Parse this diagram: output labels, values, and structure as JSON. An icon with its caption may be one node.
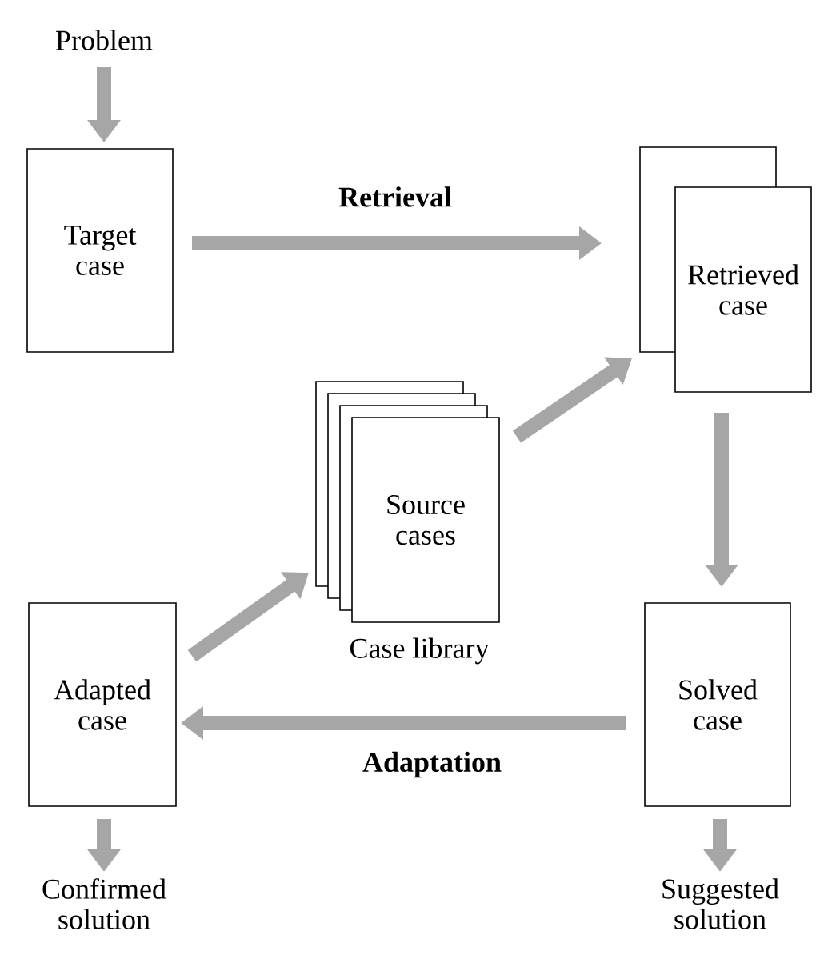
{
  "diagram": {
    "nodes": [
      {
        "text": [
          "Problem"
        ]
      },
      {
        "text": [
          "Target case"
        ]
      },
      {
        "text": [
          "Retrieved case"
        ]
      },
      {
        "text": [
          "Source cases"
        ],
        "beside": [
          "Case library"
        ]
      },
      {
        "text": [
          "Adapted case"
        ]
      },
      {
        "text": [
          "Solved case"
        ]
      },
      {
        "text": [
          "Confirmed solution"
        ]
      },
      {
        "text": [
          "Suggested solution"
        ]
      }
    ],
    "edges": [
      {
        "from": 0,
        "to": 1,
        "arrow": "to"
      },
      {
        "from": 1,
        "to": 2,
        "arrow": "to",
        "label": "Retrieval"
      },
      {
        "from": 3,
        "to": 2,
        "arrow": "to"
      },
      {
        "from": 2,
        "to": 5,
        "arrow": "to"
      },
      {
        "from": 5,
        "to": 4,
        "arrow": "to",
        "label": "Adaptation"
      },
      {
        "from": 4,
        "to": 3,
        "arrow": "to"
      },
      {
        "from": 4,
        "to": 6,
        "arrow": "to"
      },
      {
        "from": 5,
        "to": 7,
        "arrow": "to"
      }
    ]
  }
}
